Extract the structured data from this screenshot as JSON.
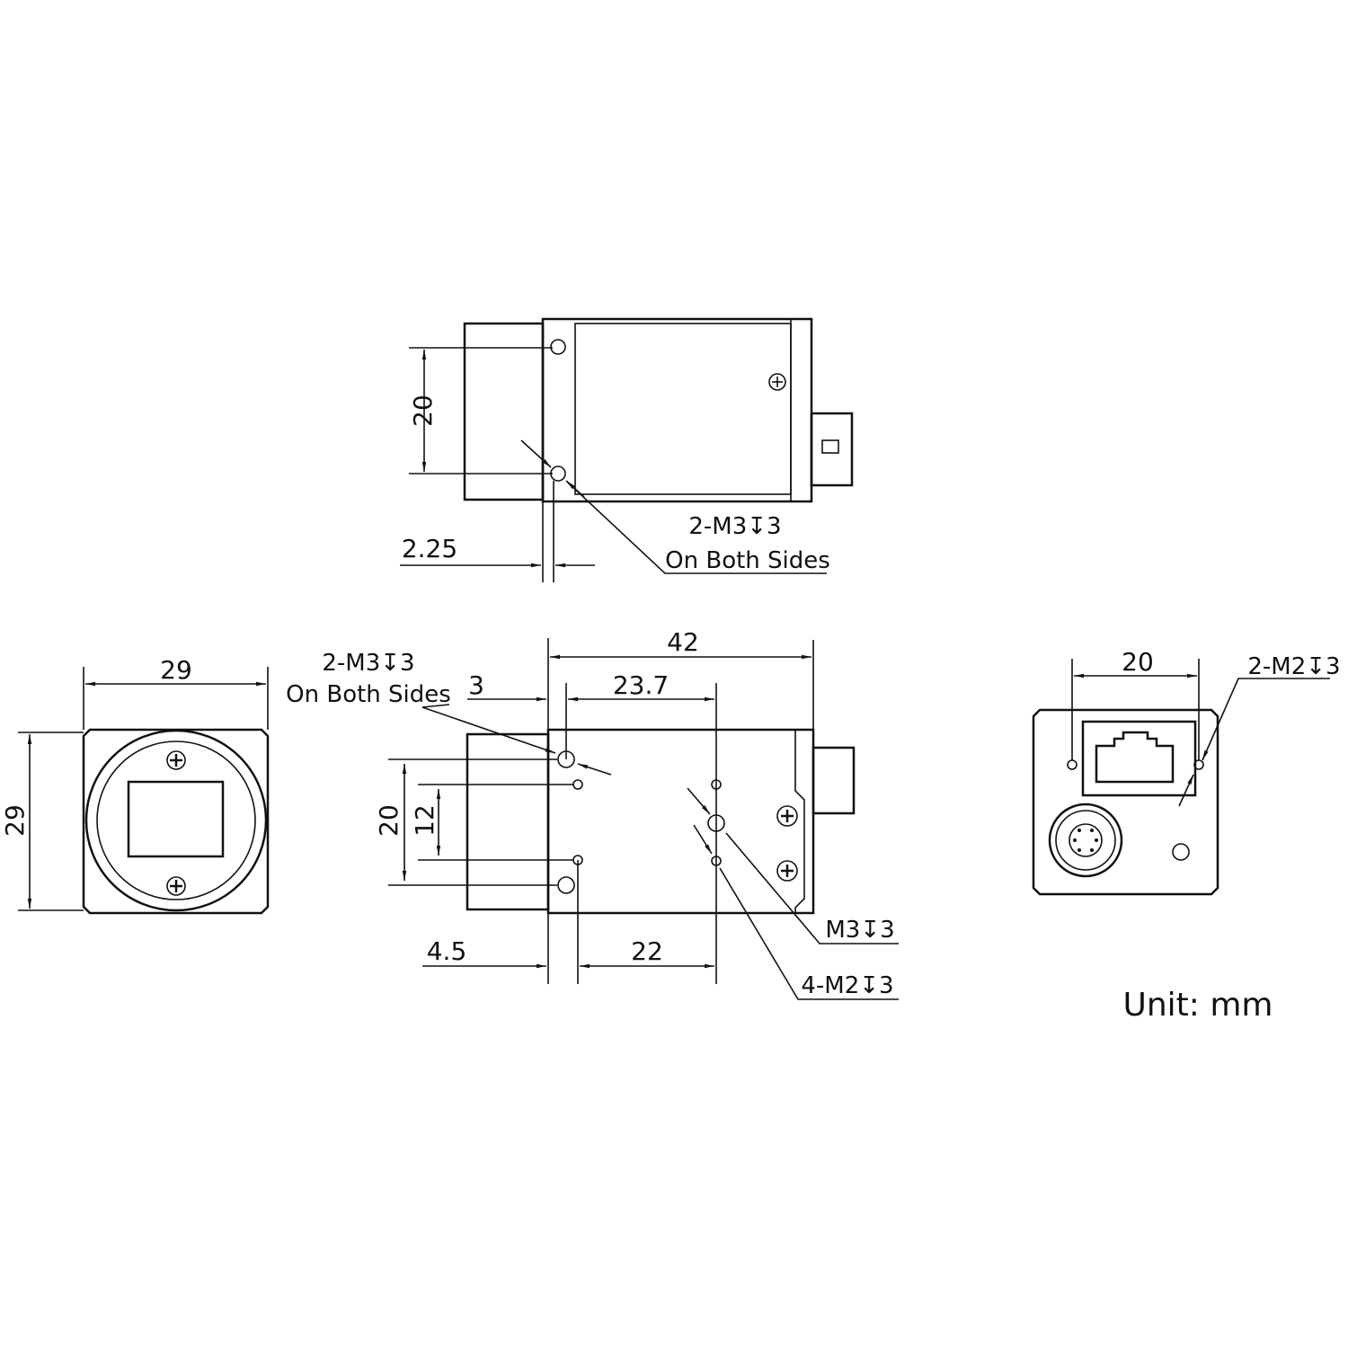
{
  "title": "",
  "top_view": {
    "dim_hole_spacing": "20",
    "dim_offset": "2.25",
    "hole_label": "2-M3↧3",
    "hole_note": "On Both Sides"
  },
  "front_view": {
    "dim_width": "29",
    "dim_height": "29"
  },
  "side_view": {
    "dim_length": "42",
    "dim_23_7": "23.7",
    "dim_3": "3",
    "dim_20": "20",
    "dim_12": "12",
    "dim_4_5": "4.5",
    "dim_22": "22",
    "hole_label": "2-M3↧3",
    "hole_note": "On Both Sides",
    "m3_label": "M3↧3",
    "m2_label": "4-M2↧3"
  },
  "rear_view": {
    "dim_hole_spacing": "20",
    "hole_label": "2-M2↧3"
  },
  "unit_label": "Unit: mm",
  "colors": {
    "line": "#111111",
    "background": "#ffffff"
  }
}
